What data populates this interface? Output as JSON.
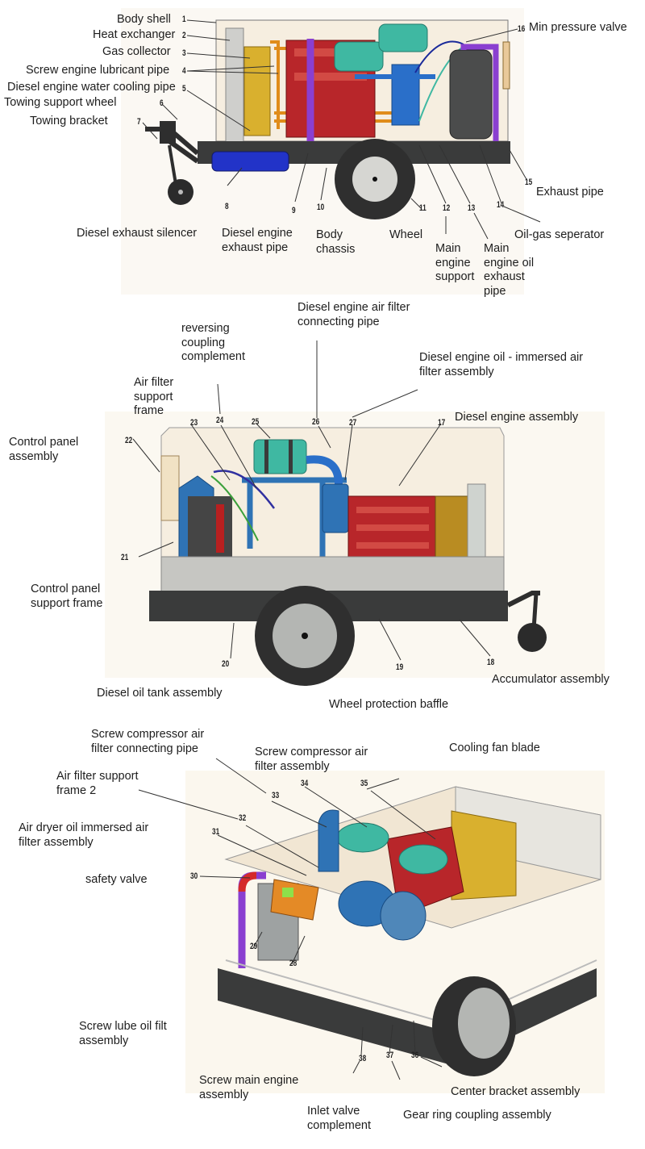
{
  "diagram1": {
    "parts": [
      {
        "num": "1",
        "label": "Body shell"
      },
      {
        "num": "2",
        "label": "Heat exchanger"
      },
      {
        "num": "3",
        "label": "Gas collector"
      },
      {
        "num": "4",
        "label": "Screw engine lubricant pipe"
      },
      {
        "num": "5",
        "label": "Diesel engine water cooling pipe"
      },
      {
        "num": "6",
        "label": "Towing support wheel"
      },
      {
        "num": "7",
        "label": "Towing bracket"
      },
      {
        "num": "8",
        "label": "Diesel exhaust silencer"
      },
      {
        "num": "9",
        "label": "Diesel engine\nexhaust pipe"
      },
      {
        "num": "10",
        "label": "Body\nchassis"
      },
      {
        "num": "11",
        "label": "Wheel"
      },
      {
        "num": "12",
        "label": "Main\nengine\nsupport"
      },
      {
        "num": "13",
        "label": "Main\nengine oil\nexhaust\npipe"
      },
      {
        "num": "14",
        "label": "Oil-gas seperator"
      },
      {
        "num": "15",
        "label": "Exhaust pipe"
      },
      {
        "num": "16",
        "label": "Min pressure valve"
      }
    ]
  },
  "diagram2": {
    "parts": [
      {
        "num": "17",
        "label": "Diesel engine assembly"
      },
      {
        "num": "18",
        "label": "Accumulator assembly"
      },
      {
        "num": "19",
        "label": "Wheel protection baffle"
      },
      {
        "num": "20",
        "label": "Diesel oil tank assembly"
      },
      {
        "num": "21",
        "label": "Control panel\nsupport frame"
      },
      {
        "num": "22",
        "label": "Control panel\nassembly"
      },
      {
        "num": "23",
        "label": "Air filter\nsupport\nframe"
      },
      {
        "num": "24",
        "label": "reversing\ncoupling\ncomplement"
      },
      {
        "num": "25",
        "label": ""
      },
      {
        "num": "26",
        "label": "Diesel engine air filter\nconnecting pipe"
      },
      {
        "num": "27",
        "label": "Diesel engine oil - immersed air\nfilter assembly"
      }
    ]
  },
  "diagram3": {
    "parts": [
      {
        "num": "28",
        "label": "Screw main engine\nassembly"
      },
      {
        "num": "29",
        "label": "Screw lube oil filt\nassembly"
      },
      {
        "num": "30",
        "label": "safety valve"
      },
      {
        "num": "31",
        "label": "Air dryer oil immersed air\nfilter assembly"
      },
      {
        "num": "32",
        "label": "Air filter support\nframe 2"
      },
      {
        "num": "33",
        "label": "Screw compressor air\nfilter connecting pipe"
      },
      {
        "num": "34",
        "label": "Screw compressor air\nfilter assembly"
      },
      {
        "num": "35",
        "label": "Cooling fan blade"
      },
      {
        "num": "36",
        "label": "Center bracket assembly"
      },
      {
        "num": "37",
        "label": "Gear ring coupling assembly"
      },
      {
        "num": "38",
        "label": "Inlet valve\ncomplement"
      }
    ]
  },
  "colors": {
    "engine_red": "#b8262a",
    "filter_teal": "#3fb8a2",
    "pipe_blue": "#2a6fc9",
    "pipe_purple": "#8a3fd0",
    "radiator_yellow": "#d9b02e",
    "chassis_dark": "#3a3b3b",
    "shell_beige": "#f6eee0"
  }
}
